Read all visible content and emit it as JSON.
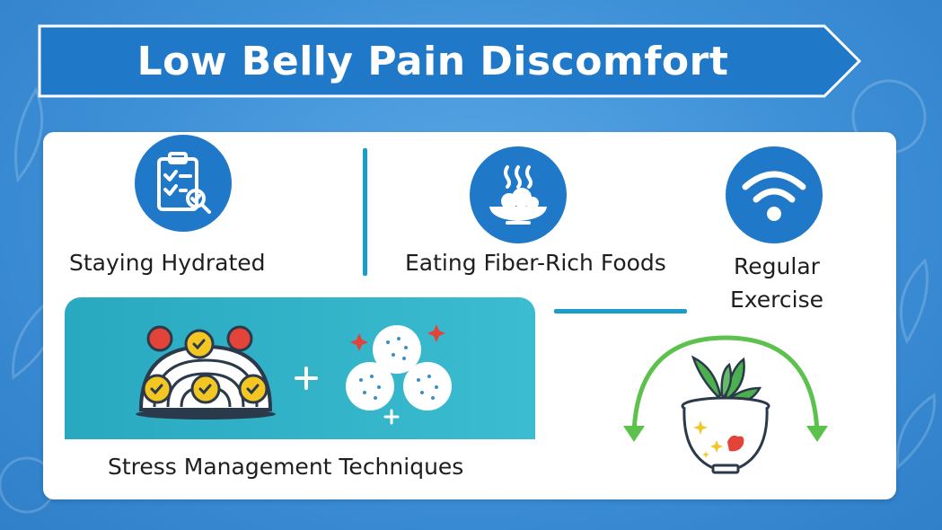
{
  "header": {
    "title": "Low Belly Pain Discomfort"
  },
  "items": [
    {
      "label": "Staying  Hydrated",
      "icon": "clipboard-check-icon"
    },
    {
      "label": "Eating Fiber-Rich Foods",
      "icon": "hot-food-bowl-icon"
    },
    {
      "label": "Regular Exercise",
      "icon": "wifi-signal-icon"
    },
    {
      "label": "Stress  Management  Techniques",
      "icon": "stress-balls-illustration"
    }
  ],
  "colors": {
    "background": "#3d8fd6",
    "banner": "#1f78c8",
    "accent_teal": "#29a9c0",
    "icon_circle": "#1f78c8",
    "divider": "#1a9ec9",
    "arrow_green": "#5cc24d"
  }
}
